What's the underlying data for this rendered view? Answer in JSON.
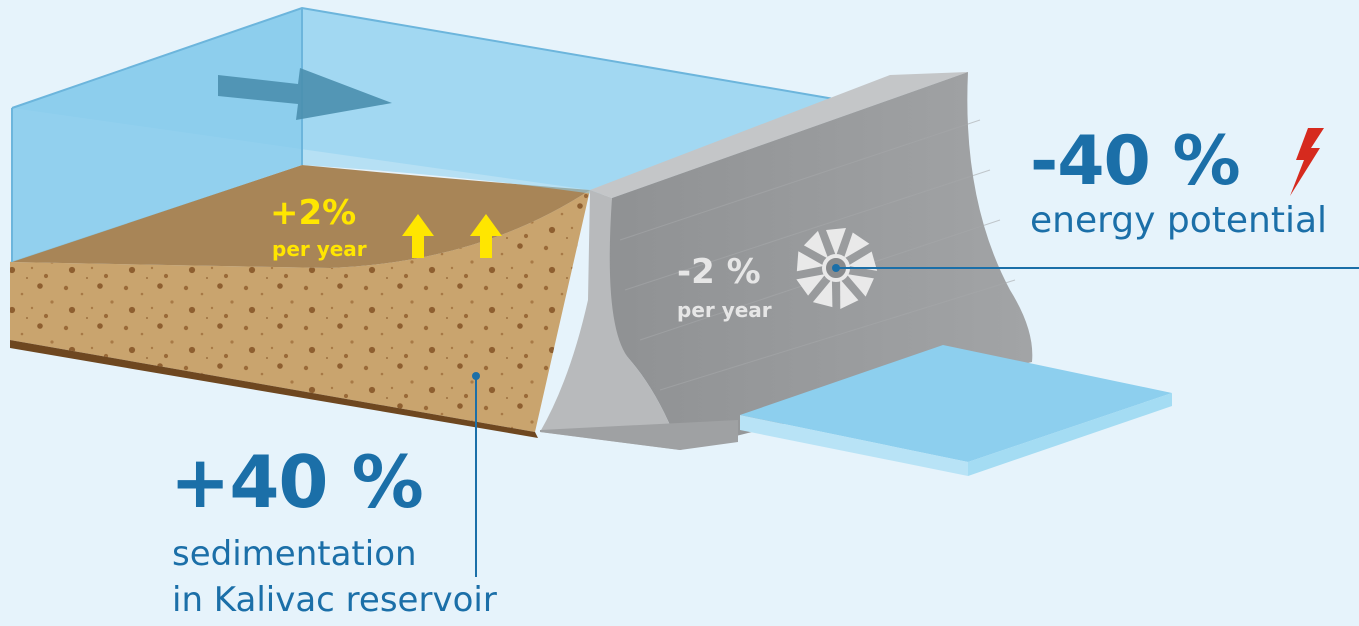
{
  "sedimentation": {
    "value": "+40 %",
    "line1": "sedimentation",
    "line2": "in Kalivac reservoir"
  },
  "energy": {
    "value": "-40 %",
    "label": "energy potential"
  },
  "sediment_rate": {
    "value": "+2%",
    "unit": "per year"
  },
  "turbine_rate": {
    "value": "-2 %",
    "unit": "per year"
  },
  "icons": [
    "flow-arrow-icon",
    "up-arrow-icon",
    "lightning-icon",
    "turbine-icon"
  ],
  "colors": {
    "accent_blue": "#1b6fa8",
    "highlight_yellow": "#ffe600",
    "lightning_red": "#d62a1e",
    "water": "#8ed0ee",
    "sediment": "#c9a46e",
    "concrete": "#9a9c9e",
    "background": "#e6f3fb"
  }
}
